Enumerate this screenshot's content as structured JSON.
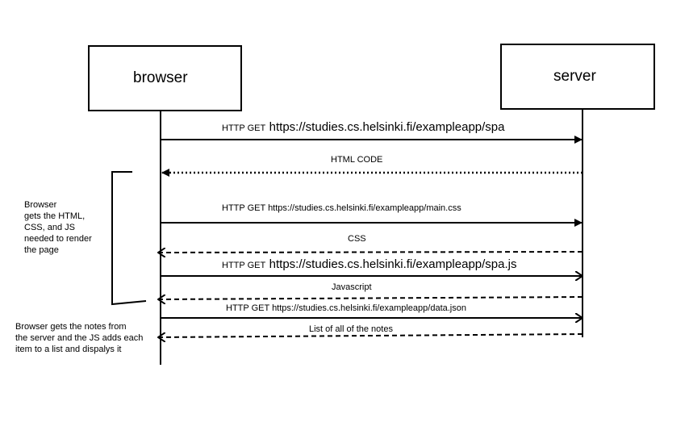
{
  "participants": {
    "browser": "browser",
    "server": "server"
  },
  "messages": [
    {
      "id": "m1",
      "method": "HTTP GET",
      "url": "https://studies.cs.helsinki.fi/exampleapp/spa"
    },
    {
      "id": "m2",
      "label": "HTML CODE"
    },
    {
      "id": "m3",
      "method": "HTTP GET",
      "url": "https://studies.cs.helsinki.fi/exampleapp/main.css"
    },
    {
      "id": "m4",
      "label": "CSS"
    },
    {
      "id": "m5",
      "method": "HTTP GET",
      "url": "https://studies.cs.helsinki.fi/exampleapp/spa.js"
    },
    {
      "id": "m6",
      "label": "Javascript"
    },
    {
      "id": "m7",
      "method": "HTTP GET",
      "url": "https://studies.cs.helsinki.fi/exampleapp/data.json"
    },
    {
      "id": "m8",
      "label": "List of all of the notes"
    }
  ],
  "notes": {
    "bracket_note": "Browser\ngets the HTML,\nCSS, and JS\nneeded to render\nthe page",
    "bottom_note": "Browser gets the notes from\nthe server and the JS adds each\nitem to a list and dispalys it"
  }
}
